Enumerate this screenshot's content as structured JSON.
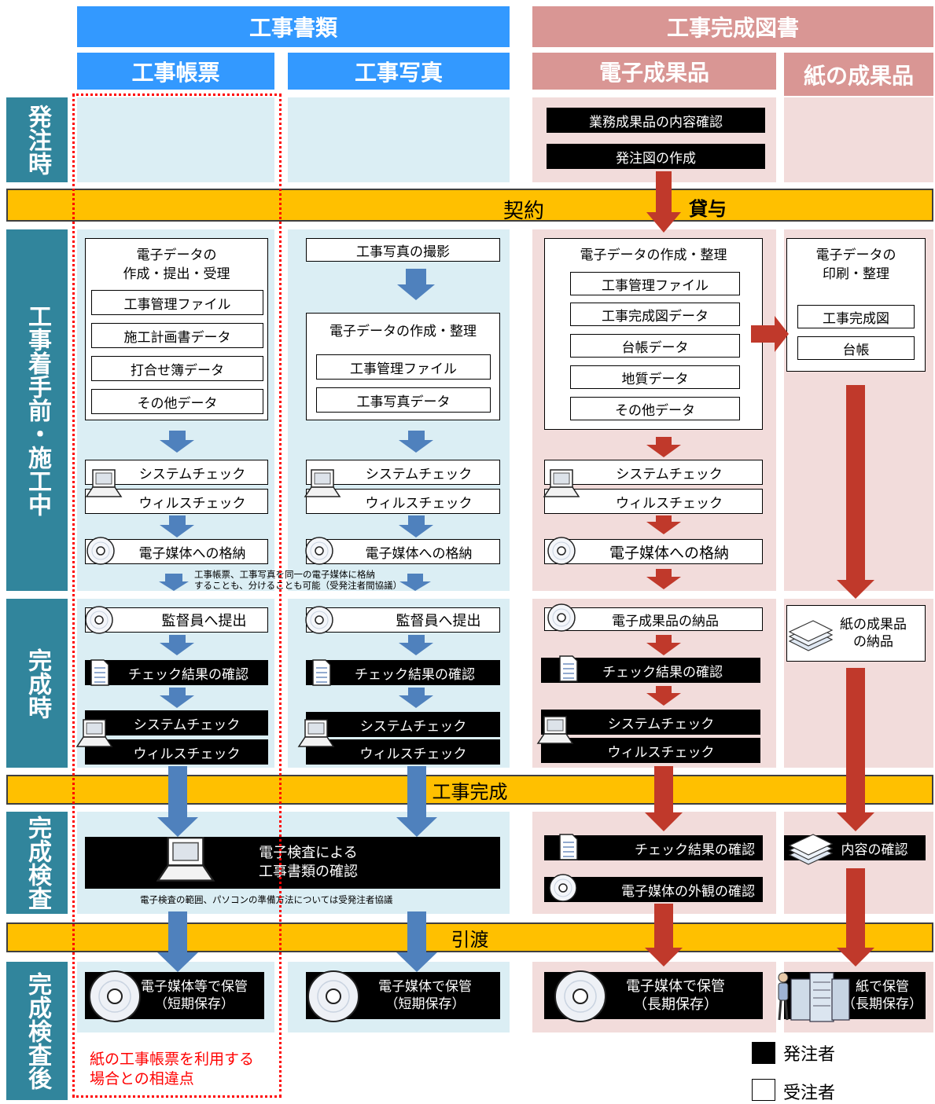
{
  "headers": {
    "docs": "工事書類",
    "completion": "工事完成図書",
    "ledger": "工事帳票",
    "photo": "工事写真",
    "electronic": "電子成果品",
    "paper": "紙の成果品"
  },
  "phases": {
    "order": "発注時",
    "construction": "工事着手前・施工中",
    "complete": "完成時",
    "inspection": "完成検査",
    "after": "完成検査後"
  },
  "bands": {
    "contract": "契約",
    "lend": "貸与",
    "done": "工事完成",
    "handover": "引渡"
  },
  "order_row": {
    "confirm": "業務成果品の内容確認",
    "drawing": "発注図の作成"
  },
  "ledger_col": {
    "title": "電子データの\n作成・提出・受理",
    "items": [
      "工事管理ファイル",
      "施工計画書データ",
      "打合せ簿データ",
      "その他データ"
    ],
    "system_check": "システムチェック",
    "virus_check": "ウィルスチェック",
    "store": "電子媒体への格納",
    "note": "工事帳票、工事写真を同一の電子媒体に格納\nすることも、分けることも可能（受発注者間協議）",
    "submit": "監督員へ提出",
    "check_result": "チェック結果の確認",
    "system_check2": "システムチェック",
    "virus_check2": "ウィルスチェック",
    "inspect": "電子検査による\n工事書類の確認",
    "inspect_note": "電子検査の範囲、パソコンの準備方法については受発注者協議",
    "keep": "電子媒体等で保管\n（短期保存）",
    "diff_note": "紙の工事帳票を利用する\n場合との相違点"
  },
  "photo_col": {
    "shoot": "工事写真の撮影",
    "title": "電子データの作成・整理",
    "items": [
      "工事管理ファイル",
      "工事写真データ"
    ],
    "system_check": "システムチェック",
    "virus_check": "ウィルスチェック",
    "store": "電子媒体への格納",
    "submit": "監督員へ提出",
    "check_result": "チェック結果の確認",
    "system_check2": "システムチェック",
    "virus_check2": "ウィルスチェック",
    "keep": "電子媒体で保管\n（短期保存）"
  },
  "elec_col": {
    "title": "電子データの作成・整理",
    "items": [
      "工事管理ファイル",
      "工事完成図データ",
      "台帳データ",
      "地質データ",
      "その他データ"
    ],
    "system_check": "システムチェック",
    "virus_check": "ウィルスチェック",
    "store": "電子媒体への格納",
    "deliver": "電子成果品の納品",
    "check_result": "チェック結果の確認",
    "system_check2": "システムチェック",
    "virus_check2": "ウィルスチェック",
    "check_result3": "チェック結果の確認",
    "appearance": "電子媒体の外観の確認",
    "keep": "電子媒体で保管\n（長期保存）"
  },
  "paper_col": {
    "title": "電子データの\n印刷・整理",
    "items": [
      "工事完成図",
      "台帳"
    ],
    "deliver": "紙の成果品\nの納品",
    "confirm": "内容の確認",
    "keep": "紙で保管\n（長期保存）"
  },
  "legend": {
    "orderer": "発注者",
    "contractor": "受注者"
  },
  "colors": {
    "blue_header": "#3399ff",
    "pink_header": "#d99694",
    "phase": "#31859c",
    "light_blue": "#dbeef4",
    "light_pink": "#f2dcdb",
    "band": "#ffc000",
    "blue_arrow": "#4f81bd",
    "red_arrow": "#c0392b",
    "dotted": "#ff0000"
  }
}
